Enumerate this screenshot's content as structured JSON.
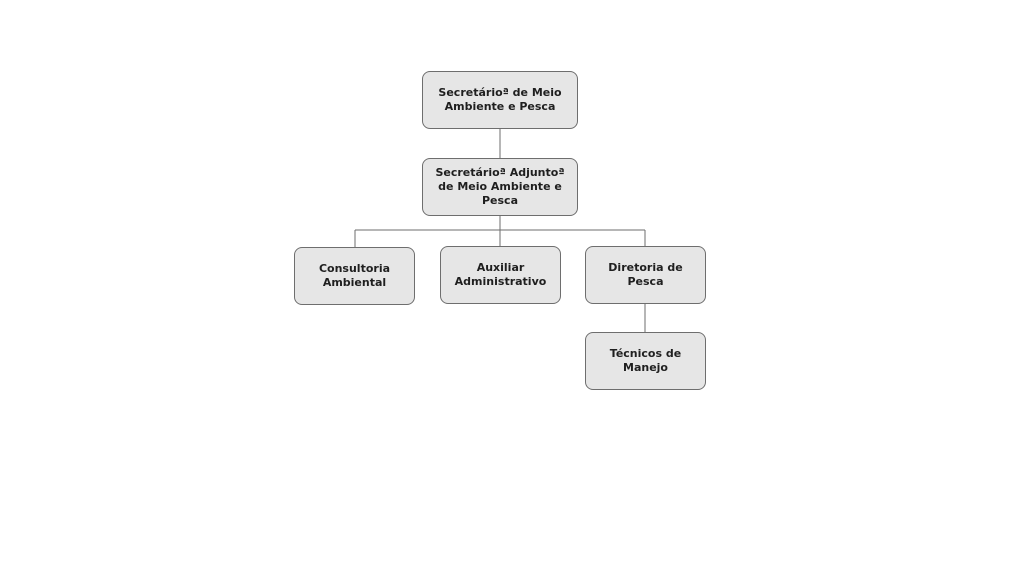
{
  "org_chart": {
    "nodes": {
      "secretario": "Secretárioª de Meio Ambiente e Pesca",
      "adjunto": "Secretárioª Adjuntoª de Meio Ambiente e Pesca",
      "consultoria": "Consultoria Ambiental",
      "auxiliar": "Auxiliar Administrativo",
      "diretoria": "Diretoria de Pesca",
      "tecnicos": "Técnicos de Manejo"
    },
    "edges": [
      [
        "secretario",
        "adjunto"
      ],
      [
        "adjunto",
        "consultoria"
      ],
      [
        "adjunto",
        "auxiliar"
      ],
      [
        "adjunto",
        "diretoria"
      ],
      [
        "diretoria",
        "tecnicos"
      ]
    ]
  },
  "colors": {
    "node_fill": "#e6e6e6",
    "node_border": "#6e6e6e",
    "connector": "#6e6e6e",
    "text": "#1f1f1f"
  }
}
